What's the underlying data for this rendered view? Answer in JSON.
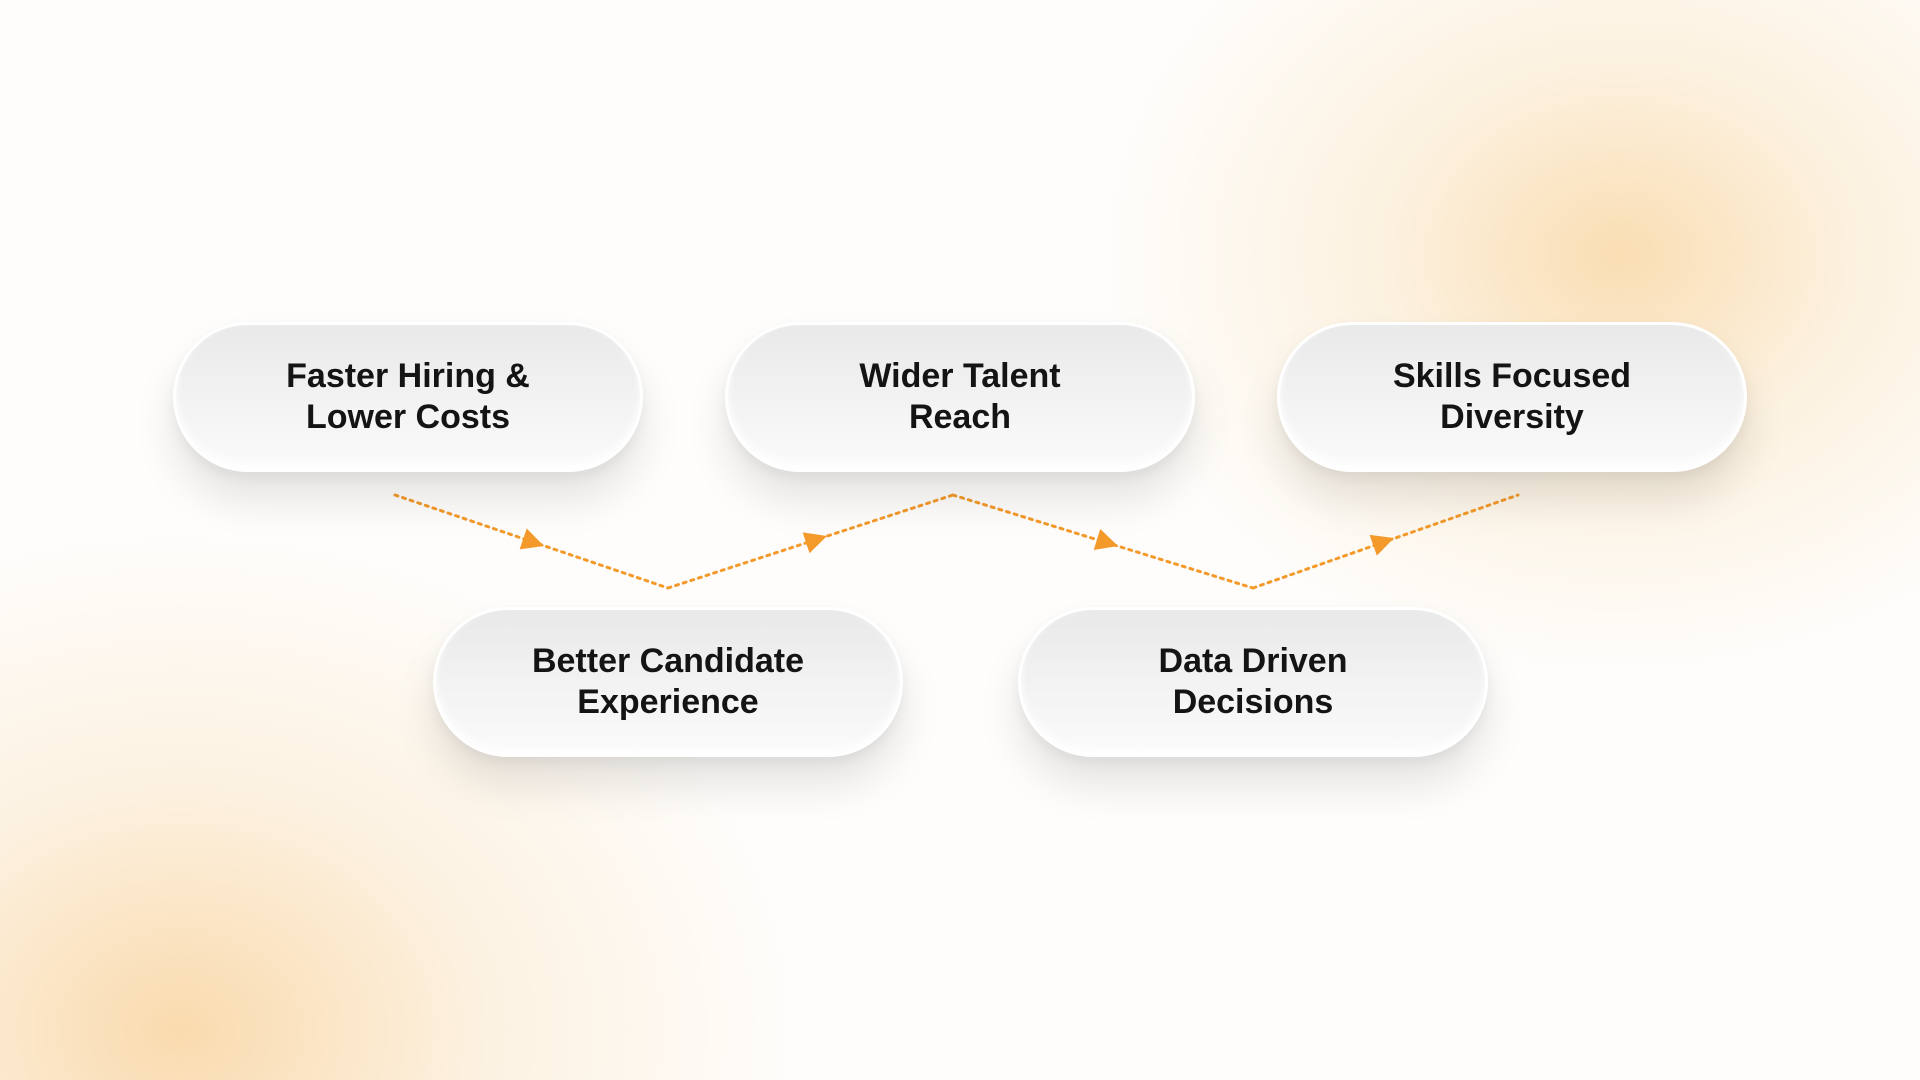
{
  "diagram": {
    "accent_color": "#F39A2B",
    "steps": [
      {
        "id": "step-1",
        "lines": [
          "Faster Hiring &",
          "Lower Costs"
        ]
      },
      {
        "id": "step-2",
        "lines": [
          "Better Candidate",
          "Experience"
        ]
      },
      {
        "id": "step-3",
        "lines": [
          "Wider Talent",
          "Reach"
        ]
      },
      {
        "id": "step-4",
        "lines": [
          "Data Driven",
          "Decisions"
        ]
      },
      {
        "id": "step-5",
        "lines": [
          "Skills Focused",
          "Diversity"
        ]
      }
    ],
    "connectors": [
      {
        "from": "step-1",
        "to": "step-2",
        "style": "dotted-arrow"
      },
      {
        "from": "step-2",
        "to": "step-3",
        "style": "dotted-arrow"
      },
      {
        "from": "step-3",
        "to": "step-4",
        "style": "dotted-arrow"
      },
      {
        "from": "step-4",
        "to": "step-5",
        "style": "dotted-arrow"
      }
    ]
  }
}
